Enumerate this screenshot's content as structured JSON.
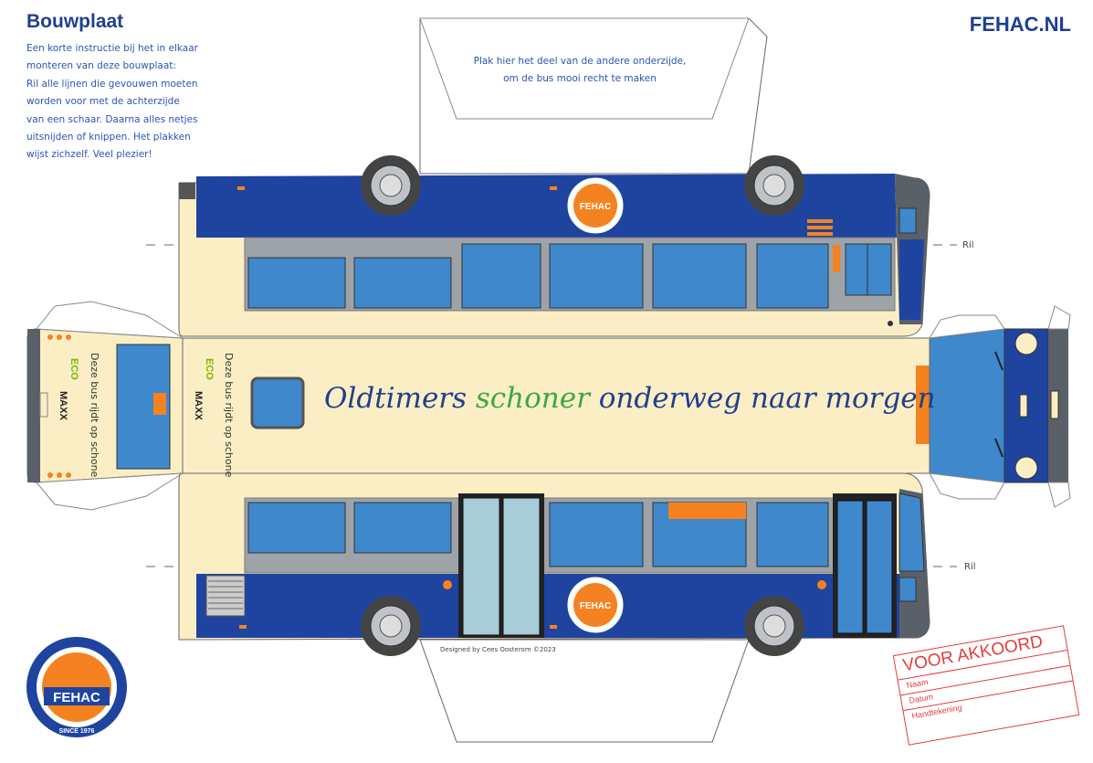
{
  "header": {
    "title": "Bouwplaat",
    "brand": "FEHAC.NL"
  },
  "instructions": {
    "lines": [
      "Een korte instructie bij het in elkaar",
      "monteren van deze bouwplaat:",
      "Ril alle lijnen die gevouwen moeten",
      "worden voor met de achterzijde",
      "van een schaar. Daarna alles netjes",
      "uitsnijden of  knippen. Het plakken",
      "wijst zichzelf.  Veel plezier!"
    ]
  },
  "top_flap": {
    "line1": "Plak hier het deel van de andere onderzijde,",
    "line2": "om de bus mooi recht te maken"
  },
  "roof": {
    "slogan_part1": "Oldtimers ",
    "slogan_green": "schoner",
    "slogan_part2": " onderweg naar morgen",
    "eco_text": "Deze bus rijdt op schone",
    "eco_logo_top": "ECO",
    "eco_logo_bottom": "MAXX"
  },
  "fold_labels": {
    "ril": "Ril"
  },
  "badges": {
    "fehac_small": "FEHAC",
    "fehac_large": "FEHAC",
    "since": "SINCE 1976"
  },
  "credit": "Designed by Cees Oosterom ©2023",
  "stamp": {
    "title": "VOOR AKKOORD",
    "field_name": "Naam",
    "field_date": "Datum",
    "field_signature": "Handtekening"
  },
  "colors": {
    "bus_blue": "#1e44a0",
    "cream": "#fbeec5",
    "window_blue": "#3f88cc",
    "orange": "#f58220",
    "accent_text": "#1f3f8f",
    "stamp_red": "#e23c3c",
    "green": "#3aa846"
  }
}
